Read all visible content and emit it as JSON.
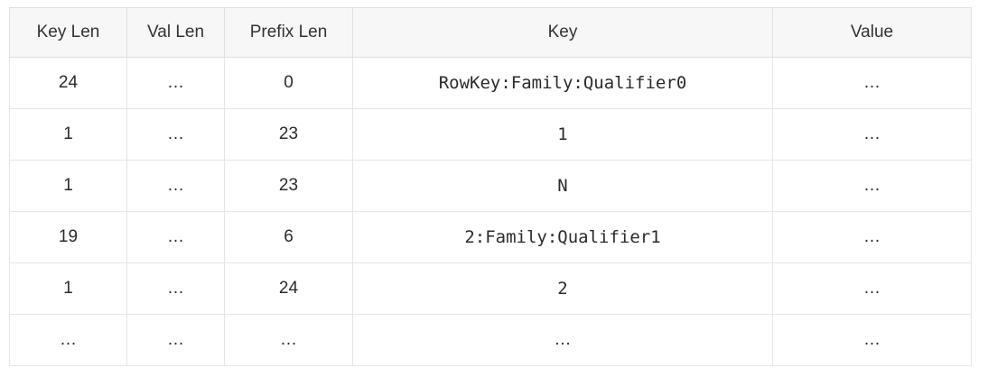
{
  "table": {
    "columns": [
      {
        "key": "key_len",
        "label": "Key Len",
        "align": "center",
        "mono": false
      },
      {
        "key": "val_len",
        "label": "Val Len",
        "align": "center",
        "mono": false
      },
      {
        "key": "prefix_len",
        "label": "Prefix Len",
        "align": "center",
        "mono": false
      },
      {
        "key": "key",
        "label": "Key",
        "align": "center",
        "mono": true
      },
      {
        "key": "value",
        "label": "Value",
        "align": "center",
        "mono": false
      }
    ],
    "header_background": "#f7f7f7",
    "row_background": "#ffffff",
    "border_color": "#e3e3e3",
    "text_color": "#2b2b2b",
    "rows": [
      {
        "key_len": "24",
        "val_len": "…",
        "prefix_len": "0",
        "key": "RowKey:Family:Qualifier0",
        "value": "…"
      },
      {
        "key_len": "1",
        "val_len": "…",
        "prefix_len": "23",
        "key": "1",
        "value": "…"
      },
      {
        "key_len": "1",
        "val_len": "…",
        "prefix_len": "23",
        "key": "N",
        "value": "…"
      },
      {
        "key_len": "19",
        "val_len": "…",
        "prefix_len": "6",
        "key": "2:Family:Qualifier1",
        "value": "…"
      },
      {
        "key_len": "1",
        "val_len": "…",
        "prefix_len": "24",
        "key": "2",
        "value": "…"
      },
      {
        "key_len": "…",
        "val_len": "…",
        "prefix_len": "…",
        "key": "…",
        "value": "…"
      }
    ]
  }
}
